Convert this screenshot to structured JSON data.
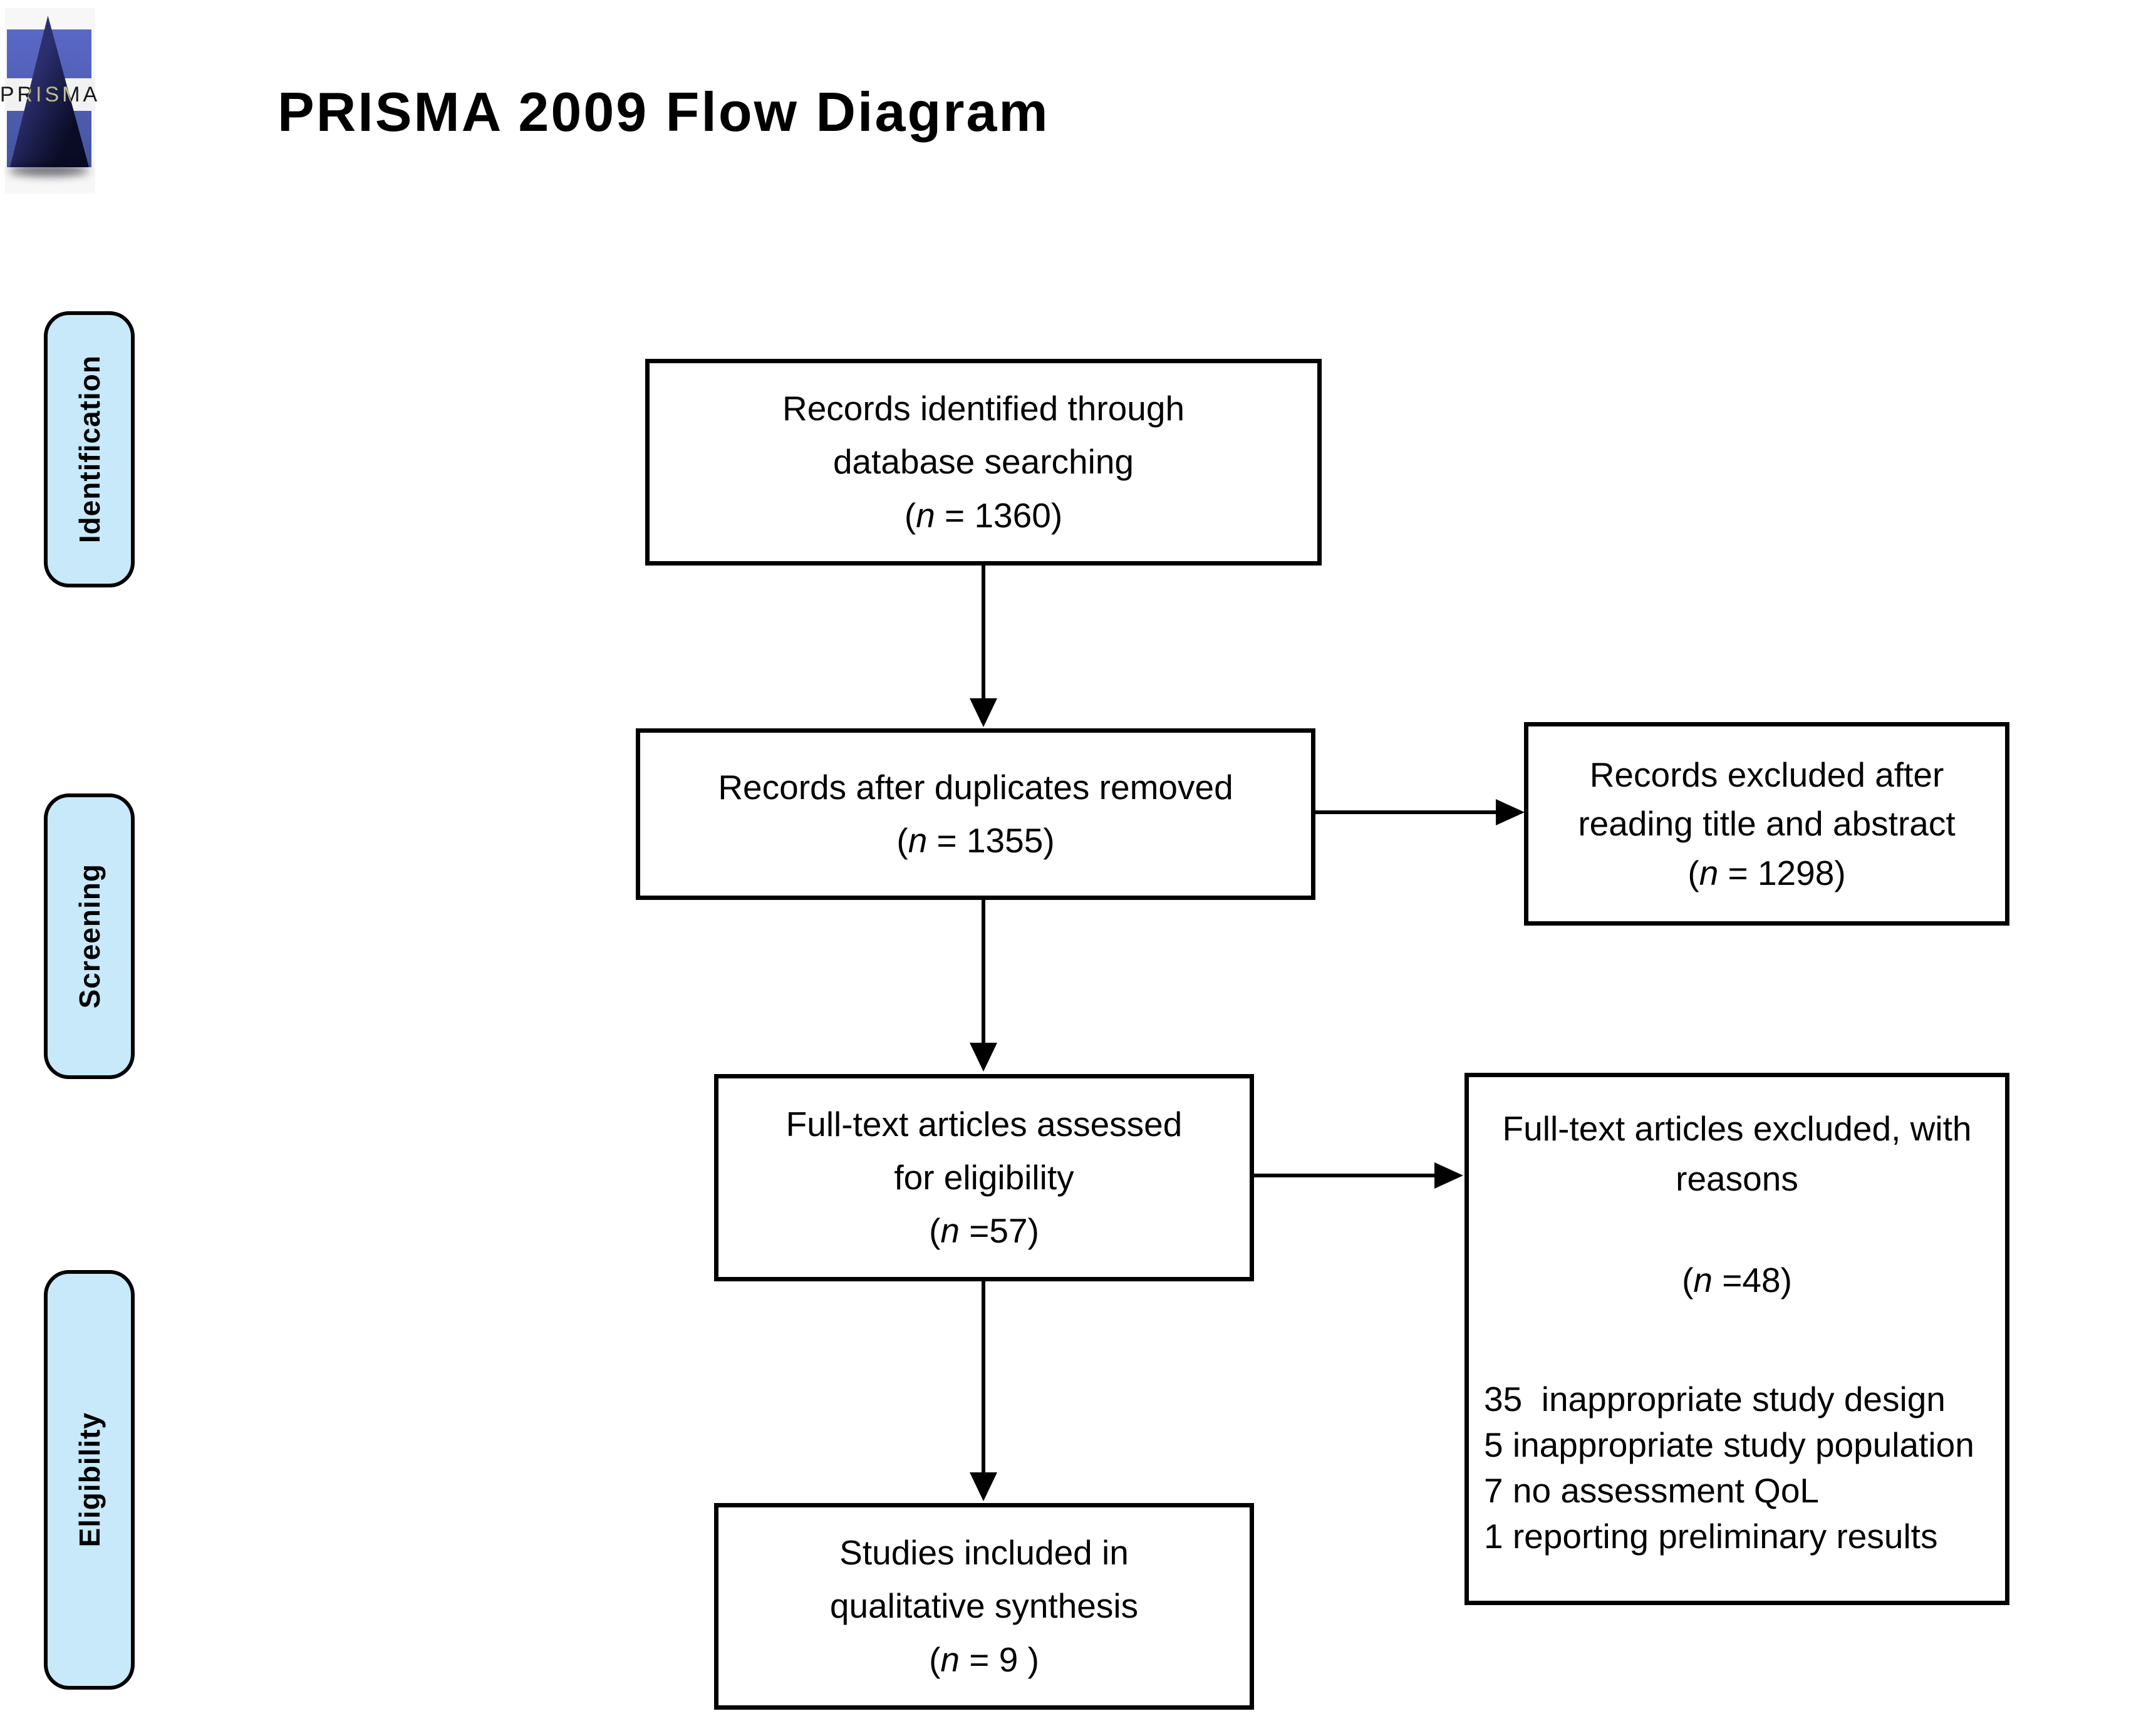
{
  "logo": {
    "word": "PRISMA"
  },
  "title": "PRISMA 2009 Flow Diagram",
  "colors": {
    "stage_fill": "#c7e9fa",
    "stage_border": "#000000",
    "box_border": "#000000",
    "logo_blue": "#5a68c6",
    "logo_triangle": "#0a0b24"
  },
  "stages": {
    "identification": "Identification",
    "screening": "Screening",
    "eligibility": "Eligibility"
  },
  "boxes": {
    "identified": {
      "lines": [
        "Records identified through",
        "database searching",
        "(n = 1360)"
      ]
    },
    "deduplicated": {
      "lines": [
        "Records after duplicates removed",
        "(n = 1355)"
      ]
    },
    "excluded_title_abstract": {
      "lines": [
        "Records excluded after",
        "reading title and abstract",
        "(n = 1298)"
      ]
    },
    "fulltext_assessed": {
      "lines": [
        "Full-text articles assessed",
        "for eligibility",
        "(n =57)"
      ]
    },
    "fulltext_excluded": {
      "header_lines": [
        "Full-text articles excluded, with",
        "reasons"
      ],
      "count_line": "(n =48)",
      "reasons": [
        "35  inappropriate study design",
        "5 inappropriate study population",
        "7 no assessment QoL",
        "1 reporting preliminary results"
      ]
    },
    "included_qualitative": {
      "lines": [
        "Studies included in",
        "qualitative synthesis",
        "(n = 9 )"
      ]
    }
  }
}
